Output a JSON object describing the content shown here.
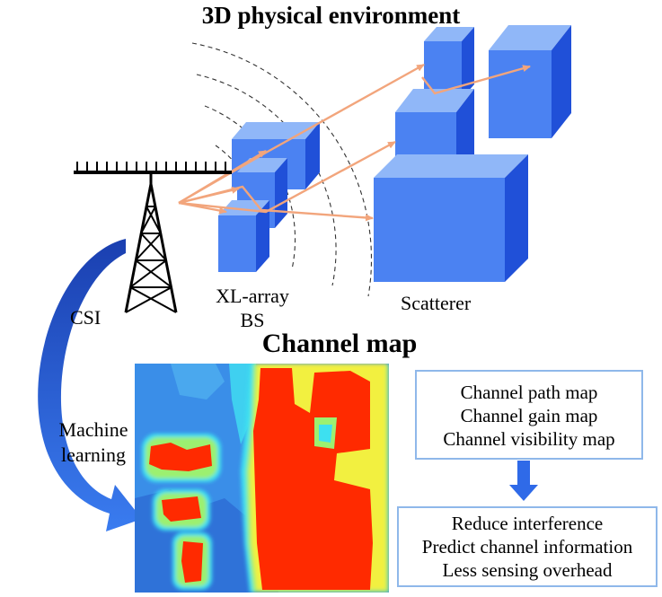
{
  "titles": {
    "physical_environment": "3D physical environment",
    "channel_map": "Channel map"
  },
  "labels": {
    "csi": "CSI",
    "bs_line1": "XL-array",
    "bs_line2": "BS",
    "scatterer": "Scatterer",
    "ml_line1": "Machine",
    "ml_line2": "learning"
  },
  "map_types": [
    "Channel path map",
    "Channel gain map",
    "Channel visibility map"
  ],
  "benefits": [
    "Reduce interference",
    "Predict channel information",
    "Less sensing overhead"
  ],
  "colors": {
    "block_front": "#4b82f2",
    "block_top": "#90b7f8",
    "block_side": "#2050d8",
    "ray": "#f2a57c",
    "arrow": "#2f6ae8",
    "box_border": "#8fb8ea",
    "heat_high": "#ff2a00",
    "heat_low": "#2f7ae4"
  }
}
